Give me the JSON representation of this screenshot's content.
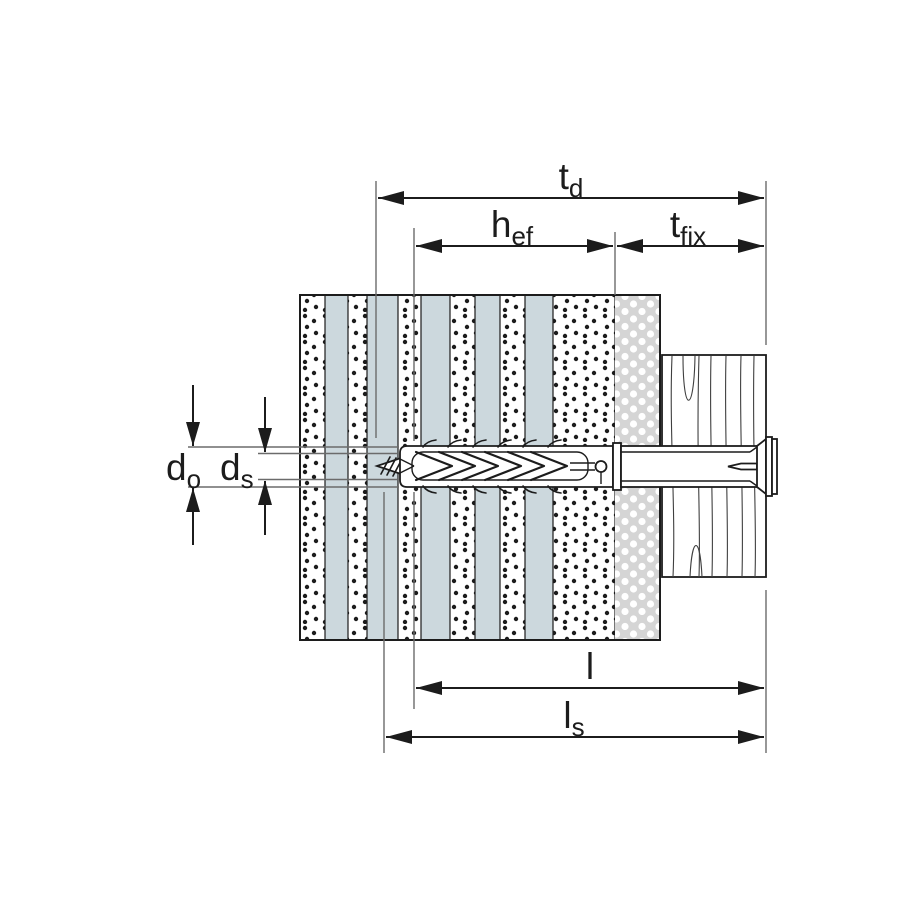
{
  "diagram": {
    "title": "Frame anchor installation cross-section with dimension callouts",
    "dimensions": {
      "td": {
        "main": "t",
        "sub": "d"
      },
      "hef": {
        "main": "h",
        "sub": "ef"
      },
      "tfix": {
        "main": "t",
        "sub": "fix"
      },
      "do": {
        "main": "d",
        "sub": "o"
      },
      "ds": {
        "main": "d",
        "sub": "s"
      },
      "l": {
        "main": "l",
        "sub": ""
      },
      "ls": {
        "main": "l",
        "sub": "s"
      }
    },
    "colors": {
      "line": "#1c1c1c",
      "dimension_line": "#1c1c1c",
      "extension_line": "#6b6b6b",
      "brick_stripe_blue": "#ccd8dd",
      "insulation_gray": "#d5d5d5",
      "wood_grain": "#3f3f3f",
      "background": "#ffffff"
    }
  }
}
